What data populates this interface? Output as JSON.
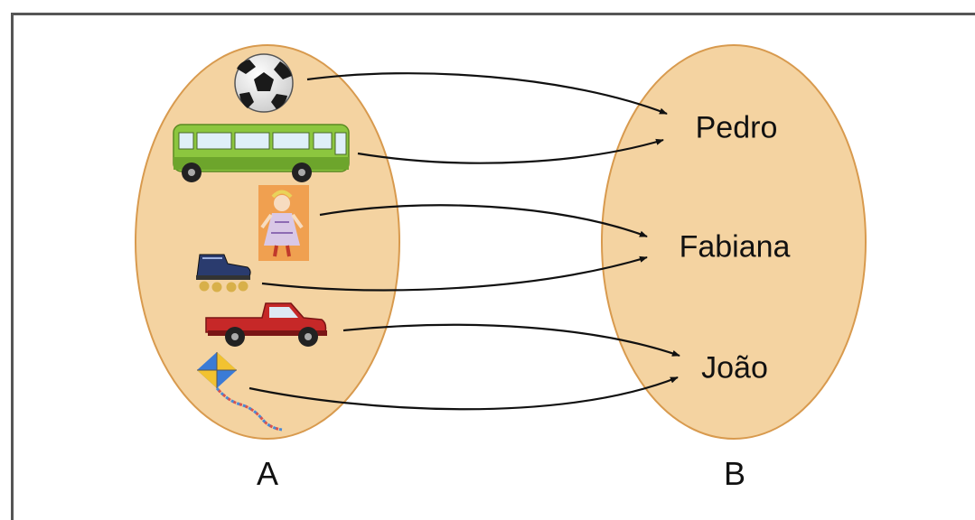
{
  "colors": {
    "set_fill": "#f4d3a1",
    "set_stroke": "#d89a4e",
    "arrow": "#111111",
    "frame": "#555555"
  },
  "set_a": {
    "name": "A",
    "items": [
      {
        "icon": "soccer-ball-icon",
        "maps_to": "Pedro"
      },
      {
        "icon": "bus-icon",
        "maps_to": "Pedro"
      },
      {
        "icon": "doll-icon",
        "maps_to": "Fabiana"
      },
      {
        "icon": "roller-skate-icon",
        "maps_to": "Fabiana"
      },
      {
        "icon": "pickup-truck-icon",
        "maps_to": "João"
      },
      {
        "icon": "kite-icon",
        "maps_to": "João"
      }
    ]
  },
  "set_b": {
    "name": "B",
    "items": [
      "Pedro",
      "Fabiana",
      "João"
    ]
  }
}
